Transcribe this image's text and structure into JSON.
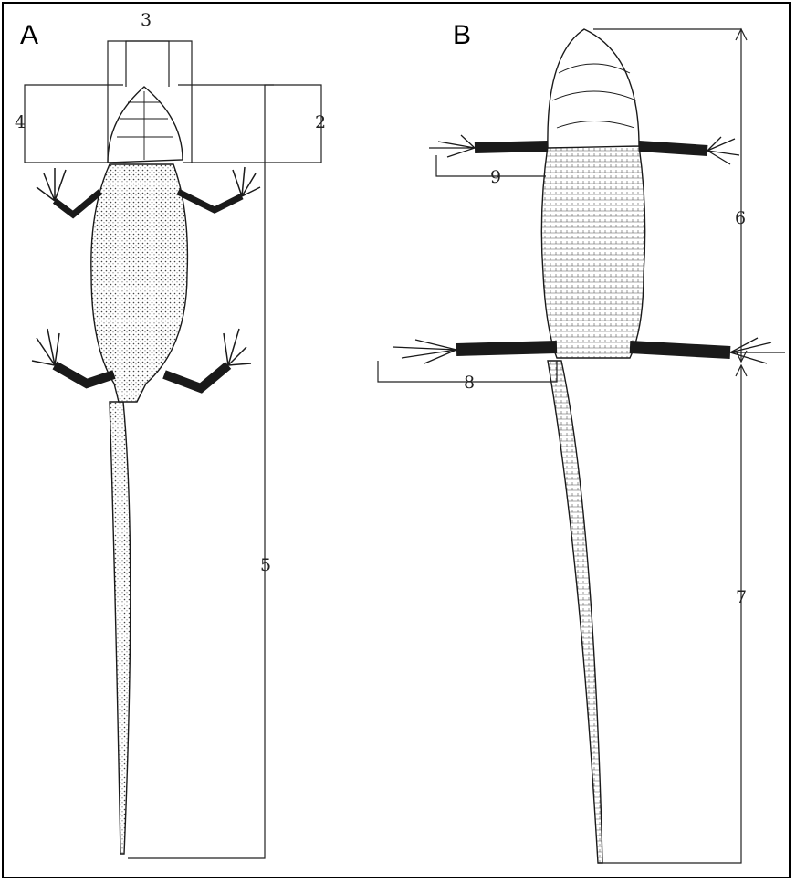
{
  "panels": [
    {
      "letter": "A"
    },
    {
      "letter": "B"
    }
  ],
  "measurement_labels": {
    "head_width": "2",
    "interorbital": "3",
    "head_length": "4",
    "total_length": "5",
    "snout_vent": "6",
    "tail": "7",
    "hindlimb": "8",
    "forelimb": "9"
  },
  "colors": {
    "ink": "#1a1a1a",
    "background": "#ffffff",
    "border": "#000000"
  }
}
